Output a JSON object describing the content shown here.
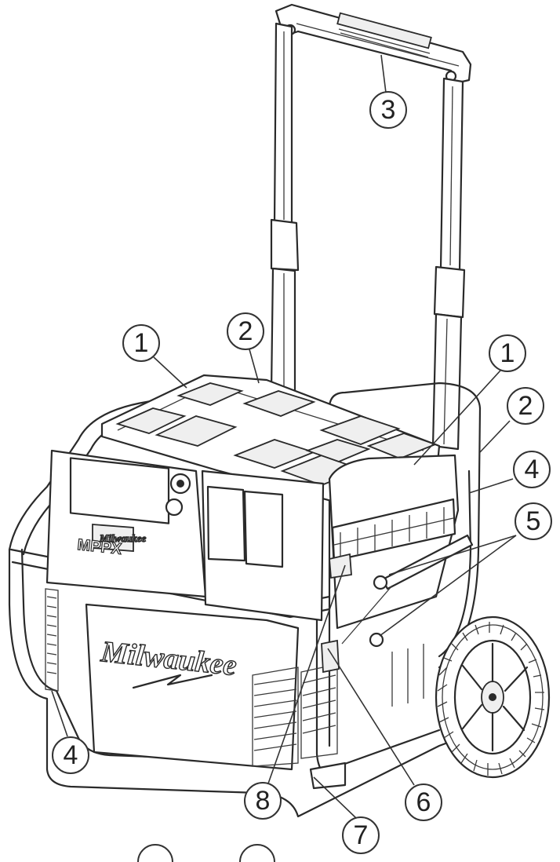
{
  "figure": {
    "brand_text": "Milwaukee",
    "panel_mark": "MPPX",
    "callouts": [
      {
        "id": "c1a",
        "label": "1"
      },
      {
        "id": "c2a",
        "label": "2"
      },
      {
        "id": "c3",
        "label": "3"
      },
      {
        "id": "c1b",
        "label": "1"
      },
      {
        "id": "c2b",
        "label": "2"
      },
      {
        "id": "c4a",
        "label": "4"
      },
      {
        "id": "c5",
        "label": "5"
      },
      {
        "id": "c4b",
        "label": "4"
      },
      {
        "id": "c8",
        "label": "8"
      },
      {
        "id": "c6",
        "label": "6"
      },
      {
        "id": "c7",
        "label": "7"
      }
    ]
  }
}
